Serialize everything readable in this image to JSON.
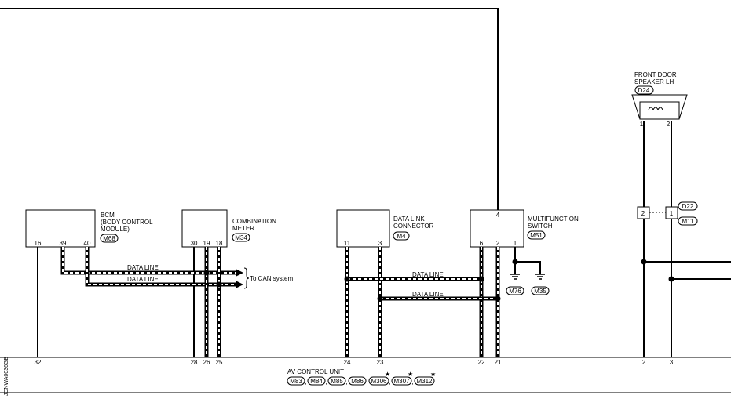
{
  "units": {
    "bcm": {
      "name": [
        "BCM",
        "(BODY CONTROL",
        "MODULE)"
      ],
      "connector": "M68",
      "pins": [
        "16",
        "39",
        "40"
      ]
    },
    "meter": {
      "name": [
        "COMBINATION",
        "METER"
      ],
      "connector": "M34",
      "pins": [
        "30",
        "19",
        "18"
      ]
    },
    "dlc": {
      "name": [
        "DATA LINK",
        "CONNECTOR"
      ],
      "connector": "M4",
      "pins": [
        "11",
        "3"
      ]
    },
    "mfs": {
      "name": [
        "MULTIFUNCTION",
        "SWITCH"
      ],
      "connector": "M51",
      "pins": [
        "6",
        "2",
        "1"
      ],
      "top_pin": "4"
    },
    "speaker": {
      "name": [
        "FRONT DOOR",
        "SPEAKER LH"
      ],
      "connector": "D24",
      "pins": [
        "1",
        "2"
      ]
    }
  },
  "data_line_label": "DATA LINE",
  "can_label": "To CAN system",
  "grounds": [
    "M76",
    "M35"
  ],
  "joint": {
    "connectors": [
      "D22",
      "M11"
    ],
    "pins": [
      "2",
      "1"
    ]
  },
  "av_unit": {
    "name": "AV CONTROL UNIT",
    "pins": [
      "32",
      "28",
      "26",
      "25",
      "24",
      "23",
      "22",
      "21",
      "2",
      "3"
    ],
    "connectors": [
      {
        "code": "M83",
        "star": false
      },
      {
        "code": "M84",
        "star": false
      },
      {
        "code": "M85",
        "star": false
      },
      {
        "code": "M86",
        "star": false
      },
      {
        "code": "M306",
        "star": true
      },
      {
        "code": "M307",
        "star": true
      },
      {
        "code": "M312",
        "star": true
      }
    ]
  },
  "side_code": "JCNWA0036GB",
  "star_symbol": "★"
}
